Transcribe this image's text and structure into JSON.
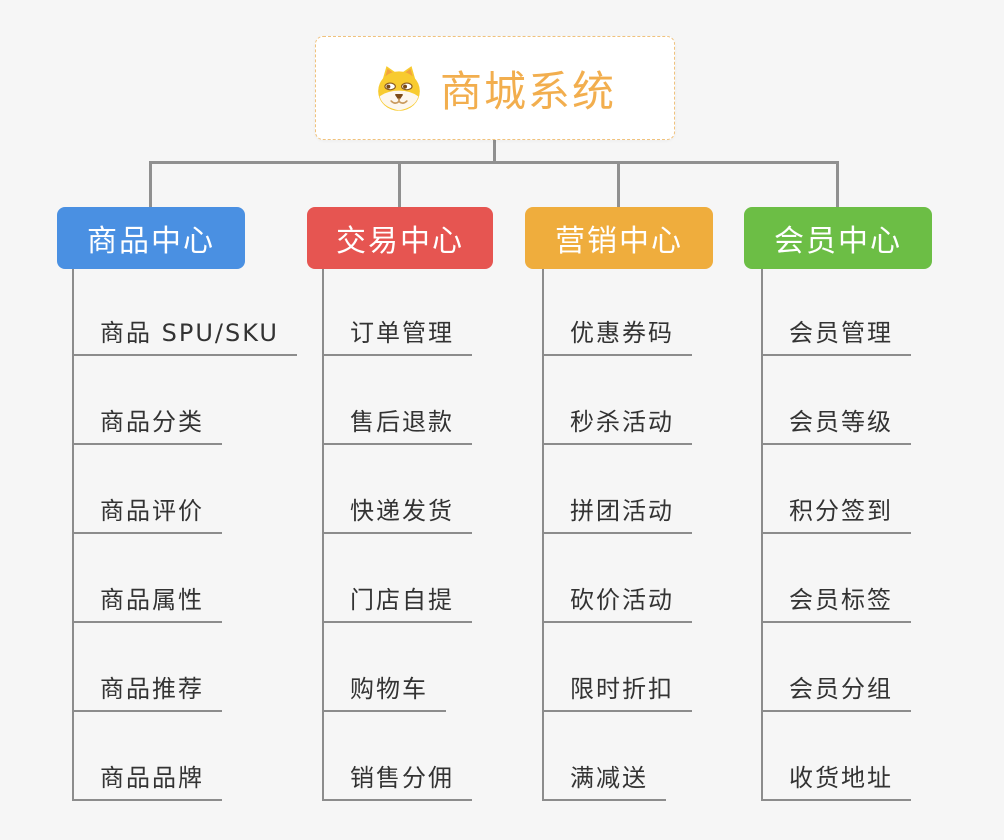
{
  "canvas": {
    "background_color": "#f6f6f6",
    "connector_color": "#909090"
  },
  "root": {
    "title": "商城系统",
    "icon": "dog-face-icon",
    "title_color": "#f2ae4e",
    "border_color": "#f0c27d"
  },
  "branches": [
    {
      "label": "商品中心",
      "color": "#4a90e2",
      "children": [
        "商品 SPU/SKU",
        "商品分类",
        "商品评价",
        "商品属性",
        "商品推荐",
        "商品品牌"
      ]
    },
    {
      "label": "交易中心",
      "color": "#e65551",
      "children": [
        "订单管理",
        "售后退款",
        "快递发货",
        "门店自提",
        "购物车",
        "销售分佣"
      ]
    },
    {
      "label": "营销中心",
      "color": "#efad3d",
      "children": [
        "优惠券码",
        "秒杀活动",
        "拼团活动",
        "砍价活动",
        "限时折扣",
        "满减送"
      ]
    },
    {
      "label": "会员中心",
      "color": "#6cbe45",
      "children": [
        "会员管理",
        "会员等级",
        "积分签到",
        "会员标签",
        "会员分组",
        "收货地址"
      ]
    }
  ]
}
